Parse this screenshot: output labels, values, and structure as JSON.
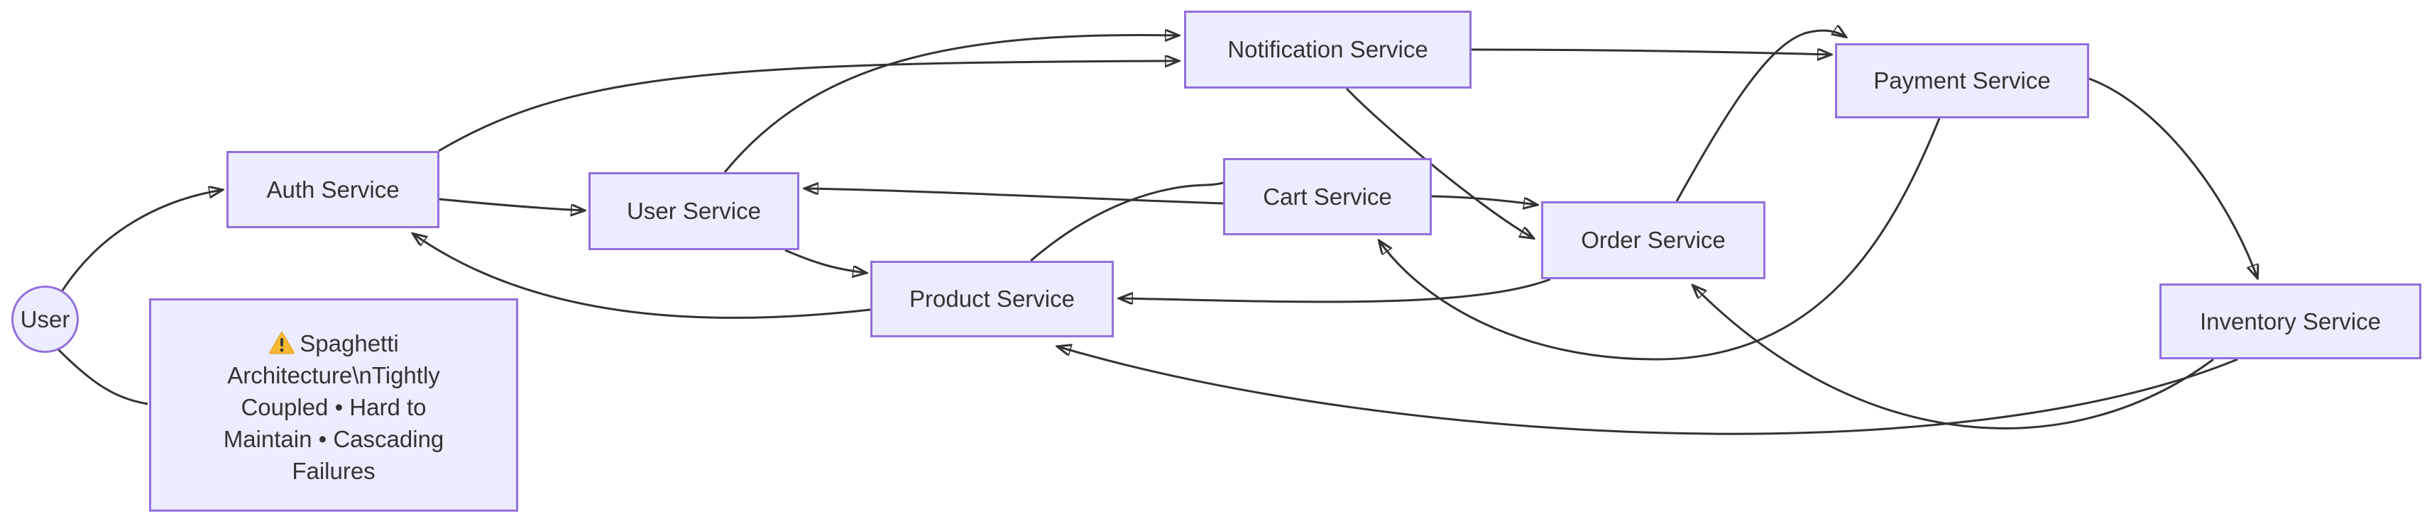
{
  "diagram": {
    "nodes": {
      "user": {
        "label": "User",
        "shape": "circle"
      },
      "auth": {
        "label": "Auth Service",
        "shape": "rect"
      },
      "user_service": {
        "label": "User Service",
        "shape": "rect"
      },
      "notification": {
        "label": "Notification Service",
        "shape": "rect"
      },
      "cart": {
        "label": "Cart Service",
        "shape": "rect"
      },
      "product": {
        "label": "Product Service",
        "shape": "rect"
      },
      "order": {
        "label": "Order Service",
        "shape": "rect"
      },
      "payment": {
        "label": "Payment Service",
        "shape": "rect"
      },
      "inventory": {
        "label": "Inventory Service",
        "shape": "rect"
      }
    },
    "note": {
      "icon": "warning-icon",
      "text": "Spaghetti Architecture\\nTightly Coupled • Hard to Maintain • Cascading Failures"
    },
    "edges": [
      {
        "from": "User",
        "to": "Auth Service",
        "arrow": true
      },
      {
        "from": "User",
        "to": "Architecture Note",
        "arrow": false
      },
      {
        "from": "Auth Service",
        "to": "User Service",
        "arrow": true
      },
      {
        "from": "Auth Service",
        "to": "Notification Service",
        "arrow": true
      },
      {
        "from": "User Service",
        "to": "Notification Service",
        "arrow": true
      },
      {
        "from": "User Service",
        "to": "Product Service",
        "arrow": true
      },
      {
        "from": "Cart Service",
        "to": "User Service",
        "arrow": true
      },
      {
        "from": "Product Service",
        "to": "Cart Service",
        "arrow": true
      },
      {
        "from": "Cart Service",
        "to": "Order Service",
        "arrow": true
      },
      {
        "from": "Notification Service",
        "to": "Order Service",
        "arrow": true
      },
      {
        "from": "Notification Service",
        "to": "Payment Service",
        "arrow": true
      },
      {
        "from": "Order Service",
        "to": "Payment Service",
        "arrow": true
      },
      {
        "from": "Order Service",
        "to": "Product Service",
        "arrow": true
      },
      {
        "from": "Payment Service",
        "to": "Inventory Service",
        "arrow": true
      },
      {
        "from": "Payment Service",
        "to": "Cart Service",
        "arrow": true
      },
      {
        "from": "Inventory Service",
        "to": "Order Service",
        "arrow": true
      },
      {
        "from": "Inventory Service",
        "to": "Product Service",
        "arrow": true
      },
      {
        "from": "Product Service",
        "to": "Auth Service",
        "arrow": true
      }
    ],
    "colors": {
      "node_fill": "#ECECFF",
      "node_border": "#9370DB",
      "edge": "#333333",
      "text": "#333333",
      "background": "#FFFFFF",
      "warning_yellow": "#F5B82E"
    }
  }
}
